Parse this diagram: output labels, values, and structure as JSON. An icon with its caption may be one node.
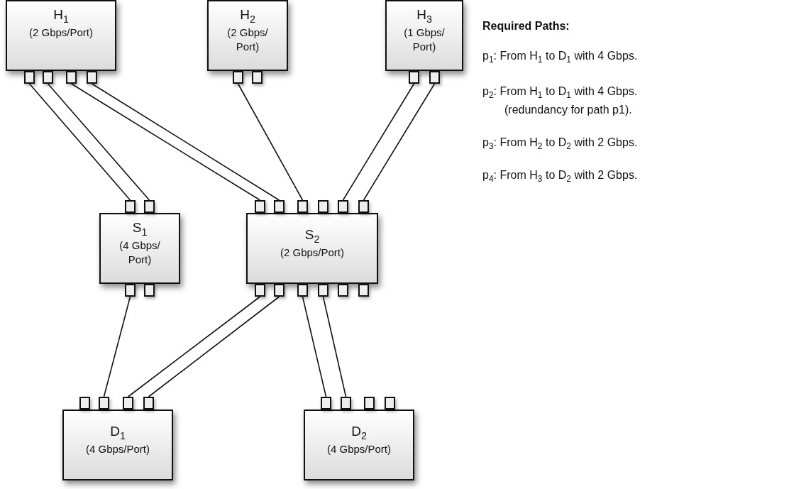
{
  "diagram": {
    "nodes": [
      {
        "text": [
          "H$_{1}$",
          "(2 Gbps/Port)"
        ]
      },
      {
        "text": [
          "H$_{2}$",
          "(2 Gbps/ Port)"
        ]
      },
      {
        "text": [
          "H$_{3}$",
          "(1 Gbps/ Port)"
        ]
      },
      {
        "text": [
          "S$_{1}$",
          "(4 Gbps/ Port)"
        ]
      },
      {
        "text": [
          "S$_{2}$",
          "(2 Gbps/Port)"
        ]
      },
      {
        "text": [
          "D$_{1}$",
          "(4 Gbps/Port)"
        ]
      },
      {
        "text": [
          "D$_{2}$",
          "(4 Gbps/Port)"
        ]
      }
    ],
    "edges": [
      {
        "from": 0,
        "to": 3,
        "arrow": "none"
      },
      {
        "from": 0,
        "to": 3,
        "arrow": "none"
      },
      {
        "from": 0,
        "to": 4,
        "arrow": "none"
      },
      {
        "from": 0,
        "to": 4,
        "arrow": "none"
      },
      {
        "from": 1,
        "to": 4,
        "arrow": "none"
      },
      {
        "from": 2,
        "to": 4,
        "arrow": "none"
      },
      {
        "from": 2,
        "to": 4,
        "arrow": "none"
      },
      {
        "from": 3,
        "to": 5,
        "arrow": "none"
      },
      {
        "from": 4,
        "to": 5,
        "arrow": "none"
      },
      {
        "from": 4,
        "to": 5,
        "arrow": "none"
      },
      {
        "from": 4,
        "to": 6,
        "arrow": "none"
      },
      {
        "from": 4,
        "to": 6,
        "arrow": "none"
      }
    ],
    "labels": [
      "Required Paths:",
      "p$_{1}$: From H$_{1}$ to D$_{1}$ with 4 Gbps.",
      "p$_{2}$: From H$_{1}$ to D$_{1}$ with 4 Gbps.",
      "(redundancy for path p1).",
      "p$_{3}$: From H$_{2}$ to D$_{2}$ with 2 Gbps.",
      "p$_{4}$: From H$_{3}$ to D$_{2}$ with 2 Gbps."
    ]
  }
}
